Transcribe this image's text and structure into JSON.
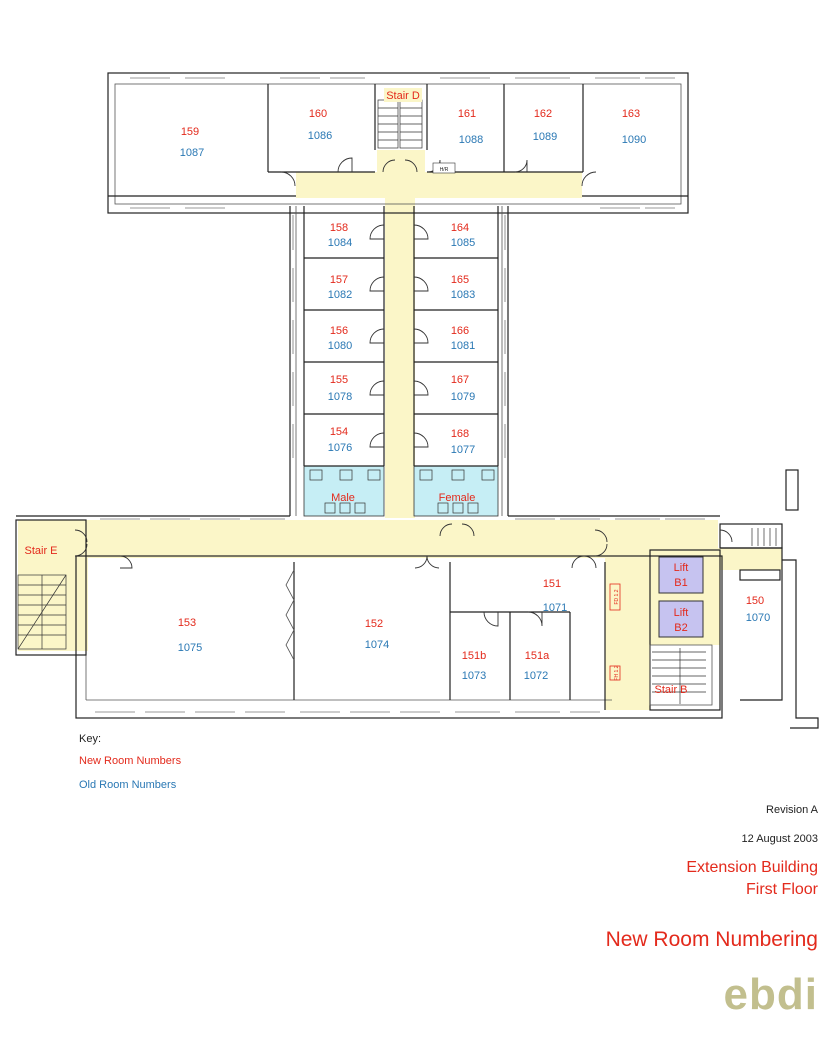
{
  "rooms": [
    {
      "id": "r159",
      "new": "159",
      "old": "1087"
    },
    {
      "id": "r160",
      "new": "160",
      "old": "1086"
    },
    {
      "id": "r161",
      "new": "161",
      "old": "1088"
    },
    {
      "id": "r162",
      "new": "162",
      "old": "1089"
    },
    {
      "id": "r163",
      "new": "163",
      "old": "1090"
    },
    {
      "id": "r158",
      "new": "158",
      "old": "1084"
    },
    {
      "id": "r157",
      "new": "157",
      "old": "1082"
    },
    {
      "id": "r156",
      "new": "156",
      "old": "1080"
    },
    {
      "id": "r155",
      "new": "155",
      "old": "1078"
    },
    {
      "id": "r154",
      "new": "154",
      "old": "1076"
    },
    {
      "id": "r164",
      "new": "164",
      "old": "1085"
    },
    {
      "id": "r165",
      "new": "165",
      "old": "1083"
    },
    {
      "id": "r166",
      "new": "166",
      "old": "1081"
    },
    {
      "id": "r167",
      "new": "167",
      "old": "1079"
    },
    {
      "id": "r168",
      "new": "168",
      "old": "1077"
    },
    {
      "id": "r153",
      "new": "153",
      "old": "1075"
    },
    {
      "id": "r152",
      "new": "152",
      "old": "1074"
    },
    {
      "id": "r151",
      "new": "151",
      "old": "1071"
    },
    {
      "id": "r151b",
      "new": "151b",
      "old": "1073"
    },
    {
      "id": "r151a",
      "new": "151a",
      "old": "1072"
    },
    {
      "id": "r150",
      "new": "150",
      "old": "1070"
    }
  ],
  "labels": {
    "stair_d": "Stair D",
    "stair_e": "Stair E",
    "stair_b": "Stair B",
    "male": "Male",
    "female": "Female",
    "lift_b1": [
      "Lift",
      "B1"
    ],
    "lift_b2": [
      "Lift",
      "B2"
    ],
    "hr": "H/R",
    "fd1": "FD 1.2",
    "fd2": "FH 1.2"
  },
  "key": {
    "title": "Key:",
    "new_label": "New Room Numbers",
    "old_label": "Old Room Numbers"
  },
  "titleblock": {
    "revision": "Revision A",
    "date": "12 August 2003",
    "building": "Extension Building",
    "floor": "First Floor",
    "heading": "New Room Numbering",
    "logo": "ebdi"
  },
  "colors": {
    "new_numbers": "#e32a1c",
    "old_numbers": "#2a78b4",
    "corridor": "#fbf6c8",
    "toilets": "#c6eef5",
    "lifts": "#c6c3f0",
    "logo": "#c2bf8e"
  }
}
